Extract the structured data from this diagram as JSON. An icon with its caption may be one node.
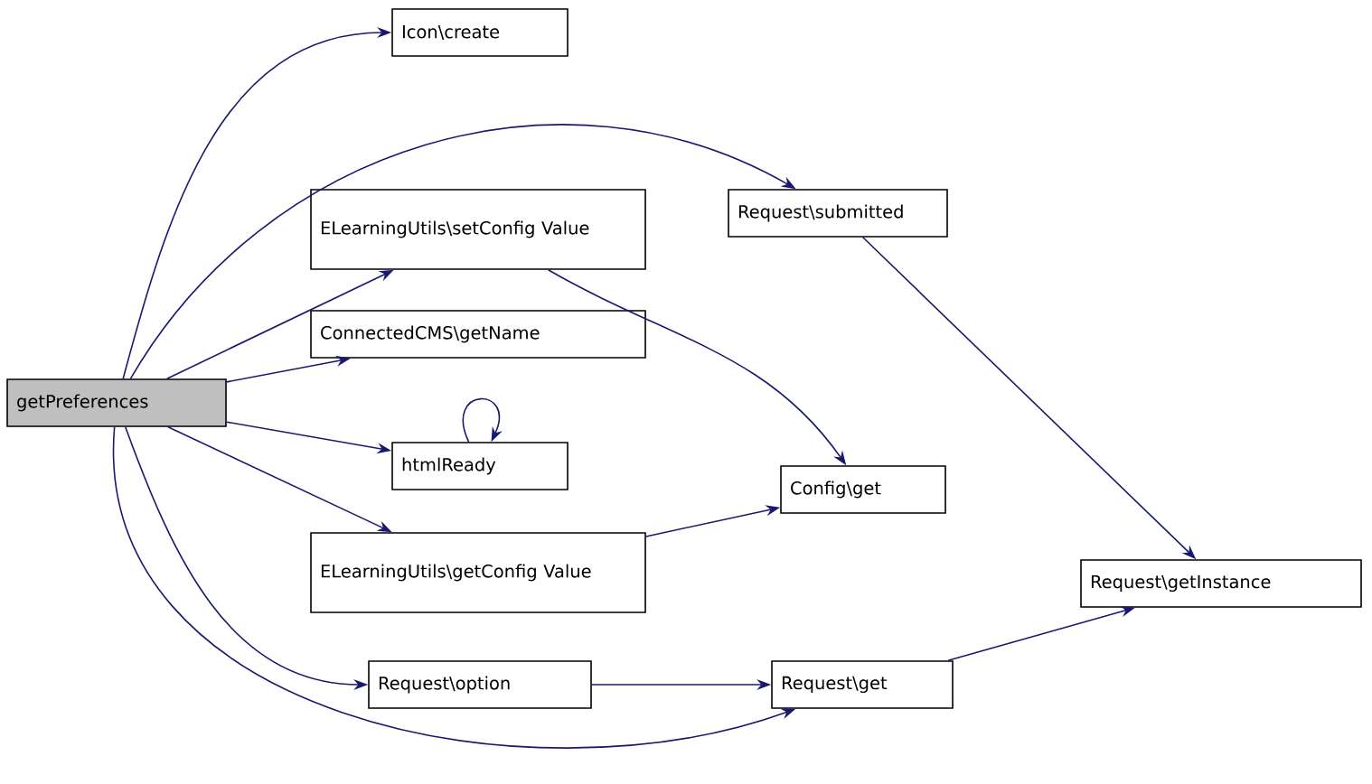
{
  "diagram": {
    "nodes": [
      {
        "text": [
          "getPreferences"
        ]
      },
      {
        "text": [
          "Icon\\create"
        ]
      },
      {
        "text": [
          "Request\\submitted"
        ]
      },
      {
        "text": [
          "ELearningUtils\\setConfig Value"
        ]
      },
      {
        "text": [
          "ConnectedCMS\\getName"
        ]
      },
      {
        "text": [
          "htmlReady"
        ]
      },
      {
        "text": [
          "Config\\get"
        ]
      },
      {
        "text": [
          "ELearningUtils\\getConfig Value"
        ]
      },
      {
        "text": [
          "Request\\getInstance"
        ]
      },
      {
        "text": [
          "Request\\option"
        ]
      },
      {
        "text": [
          "Request\\get"
        ]
      }
    ],
    "edges": [
      {
        "from": 0,
        "to": 1,
        "arrow": "to"
      },
      {
        "from": 0,
        "to": 2,
        "arrow": "to"
      },
      {
        "from": 0,
        "to": 3,
        "arrow": "to"
      },
      {
        "from": 0,
        "to": 4,
        "arrow": "to"
      },
      {
        "from": 0,
        "to": 5,
        "arrow": "to"
      },
      {
        "from": 0,
        "to": 7,
        "arrow": "to"
      },
      {
        "from": 0,
        "to": 9,
        "arrow": "to"
      },
      {
        "from": 0,
        "to": 10,
        "arrow": "to"
      },
      {
        "from": 5,
        "to": 5,
        "arrow": "to"
      },
      {
        "from": 3,
        "to": 6,
        "arrow": "to"
      },
      {
        "from": 7,
        "to": 6,
        "arrow": "to"
      },
      {
        "from": 2,
        "to": 8,
        "arrow": "to"
      },
      {
        "from": 10,
        "to": 8,
        "arrow": "to"
      },
      {
        "from": 9,
        "to": 10,
        "arrow": "to"
      }
    ]
  }
}
